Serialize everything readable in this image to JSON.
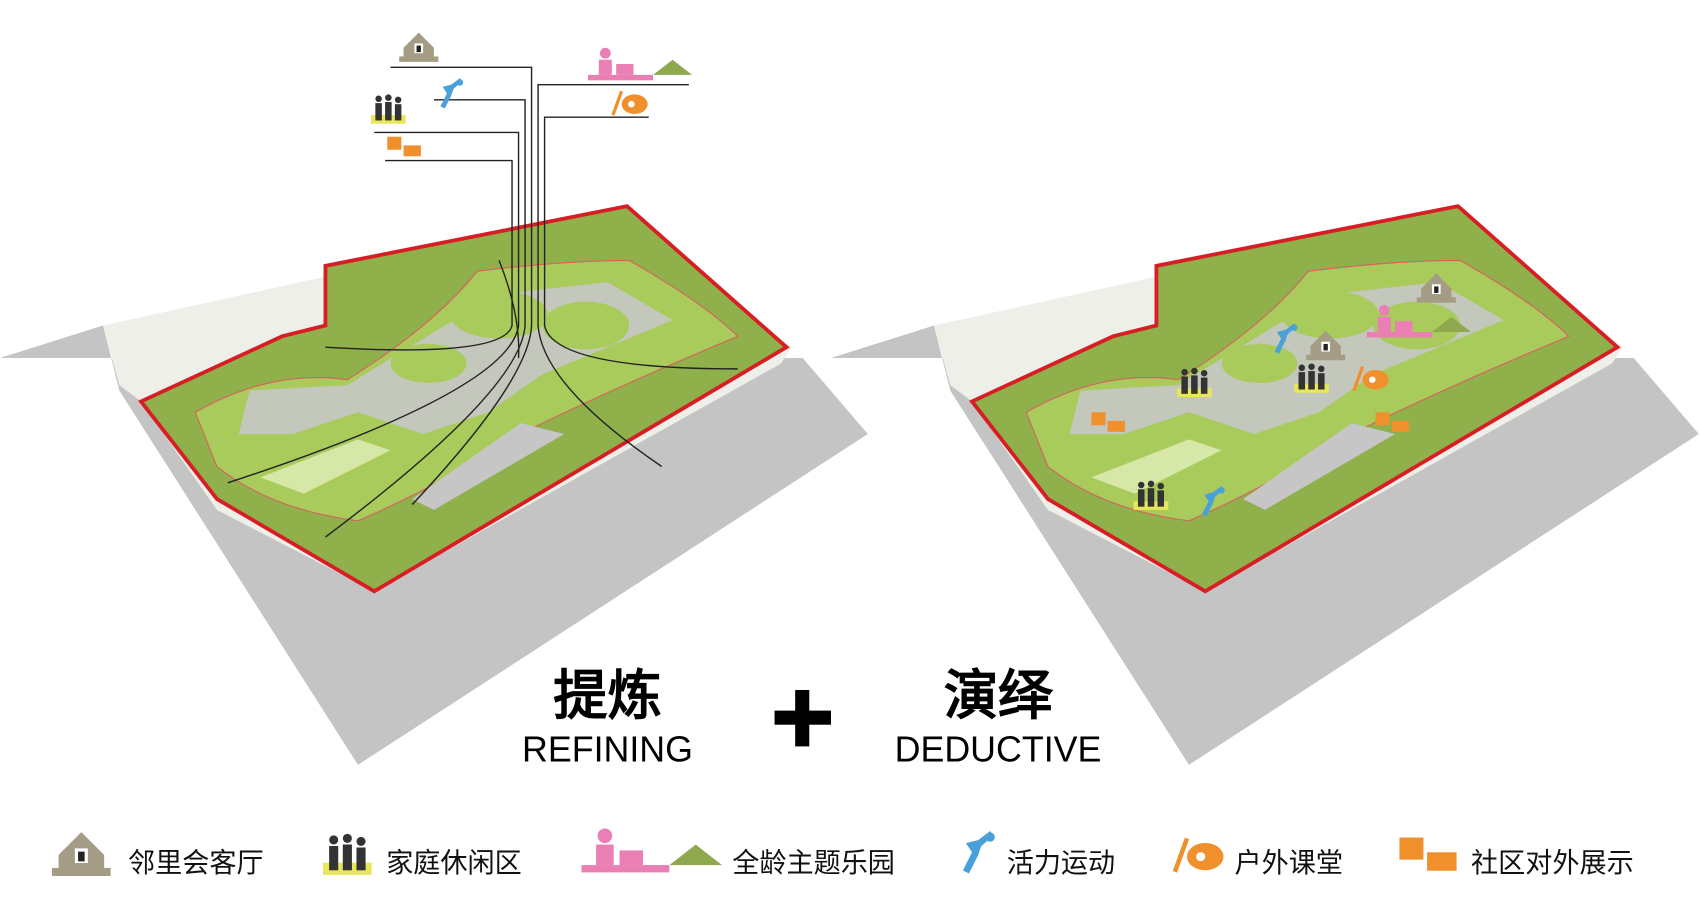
{
  "left": {
    "title_cn": "提炼",
    "title_en": "REFINING"
  },
  "plus": "+",
  "right": {
    "title_cn": "演绎",
    "title_en": "DEDUCTIVE"
  },
  "legend": [
    {
      "icon": "house-icon",
      "label": "邻里会客厅",
      "color": "#a59c86"
    },
    {
      "icon": "family-icon",
      "label": "家庭休闲区",
      "color": "#e8e65a"
    },
    {
      "icon": "playground-icon",
      "label": "全龄主题乐园",
      "color": "#ea7fb3"
    },
    {
      "icon": "runner-icon",
      "label": "活力运动",
      "color": "#4aa0d8"
    },
    {
      "icon": "palette-icon",
      "label": "户外课堂",
      "color": "#f0902c"
    },
    {
      "icon": "blocks-icon",
      "label": "社区对外展示",
      "color": "#f0902c"
    }
  ],
  "colors": {
    "boundary": "#d81e25",
    "grass": "#a8cb5c",
    "dark_grass": "#8fb04a",
    "road": "#c6c6c6",
    "path": "#bdbdbd"
  }
}
